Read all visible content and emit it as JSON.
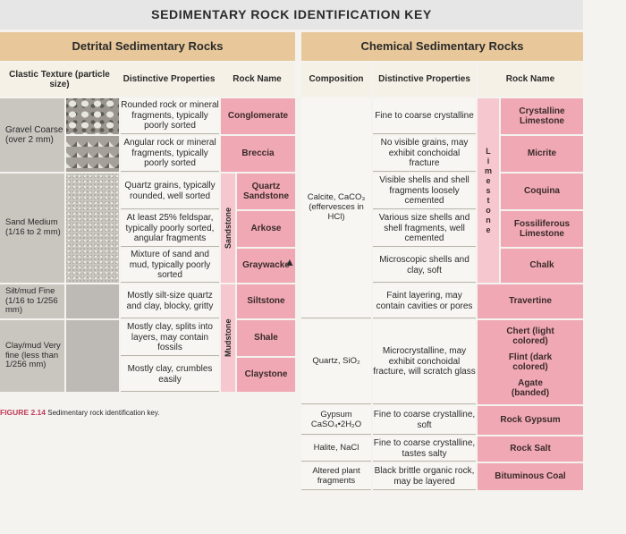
{
  "title": "SEDIMENTARY ROCK IDENTIFICATION KEY",
  "detrital": {
    "banner": "Detrital Sedimentary Rocks",
    "headers": {
      "texture": "Clastic Texture (particle size)",
      "properties": "Distinctive Properties",
      "rock_name": "Rock Name"
    },
    "gravel": "Gravel Coarse (over 2 mm)",
    "sand": "Sand Medium (1/16 to 2 mm)",
    "silt": "Silt/mud Fine (1/16 to 1/256 mm)",
    "clay": "Clay/mud Very fine (less than 1/256 mm)",
    "sandstone_group": "Sandstone",
    "mudstone_group": "Mudstone",
    "rows": [
      {
        "properties": "Rounded rock or mineral fragments, typically poorly sorted",
        "rock": "Conglomerate"
      },
      {
        "properties": "Angular rock or mineral fragments, typically poorly sorted",
        "rock": "Breccia"
      },
      {
        "properties": "Quartz grains, typically rounded, well sorted",
        "rock": "Quartz Sandstone"
      },
      {
        "properties": "At least 25% feldspar, typically poorly sorted, angular fragments",
        "rock": "Arkose"
      },
      {
        "properties": "Mixture of sand and mud, typically poorly sorted",
        "rock": "Graywacke"
      },
      {
        "properties": "Mostly silt-size quartz and clay, blocky, gritty",
        "rock": "Siltstone"
      },
      {
        "properties": "Mostly clay, splits into layers, may contain fossils",
        "rock": "Shale"
      },
      {
        "properties": "Mostly clay, crumbles easily",
        "rock": "Claystone"
      }
    ]
  },
  "chemical": {
    "banner": "Chemical Sedimentary Rocks",
    "headers": {
      "composition": "Composition",
      "properties": "Distinctive Properties",
      "rock_name": "Rock Name"
    },
    "calcite": "Calcite, CaCO₃ (effervesces in HCl)",
    "quartz": "Quartz, SiO₂",
    "limestone_letters": [
      "L",
      "i",
      "m",
      "e",
      "s",
      "t",
      "o",
      "n",
      "e"
    ],
    "rows": [
      {
        "properties": "Fine to coarse crystalline",
        "rock": "Crystalline Limestone"
      },
      {
        "properties": "No visible grains, may exhibit conchoidal fracture",
        "rock": "Micrite"
      },
      {
        "properties": "Visible shells and shell fragments loosely cemented",
        "rock": "Coquina"
      },
      {
        "properties": "Various size shells and shell fragments, well cemented",
        "rock": "Fossiliferous Limestone"
      },
      {
        "properties": "Microscopic shells and clay, soft",
        "rock": "Chalk"
      },
      {
        "properties": "Faint layering, may contain cavities or pores",
        "rock": "Travertine"
      },
      {
        "properties": "Microcrystalline, may exhibit conchoidal fracture, will scratch glass",
        "rock_a": "Chert (light colored)",
        "rock_b": "Flint (dark colored)",
        "rock_c": "Agate (banded)"
      },
      {
        "composition": "Gypsum CaSO₄•2H₂O",
        "properties": "Fine to coarse crystalline, soft",
        "rock": "Rock Gypsum"
      },
      {
        "composition": "Halite, NaCl",
        "properties": "Fine to coarse crystalline, tastes salty",
        "rock": "Rock Salt"
      },
      {
        "composition": "Altered plant fragments",
        "properties": "Black brittle organic rock, may be layered",
        "rock": "Bituminous Coal"
      }
    ]
  },
  "caption": {
    "label": "FIGURE 2.14",
    "text": "Sedimentary rock identification key."
  },
  "colors": {
    "banner": "#e8c89a",
    "rock_name": "#f0a9b4",
    "texture": "#c9c6c0"
  }
}
